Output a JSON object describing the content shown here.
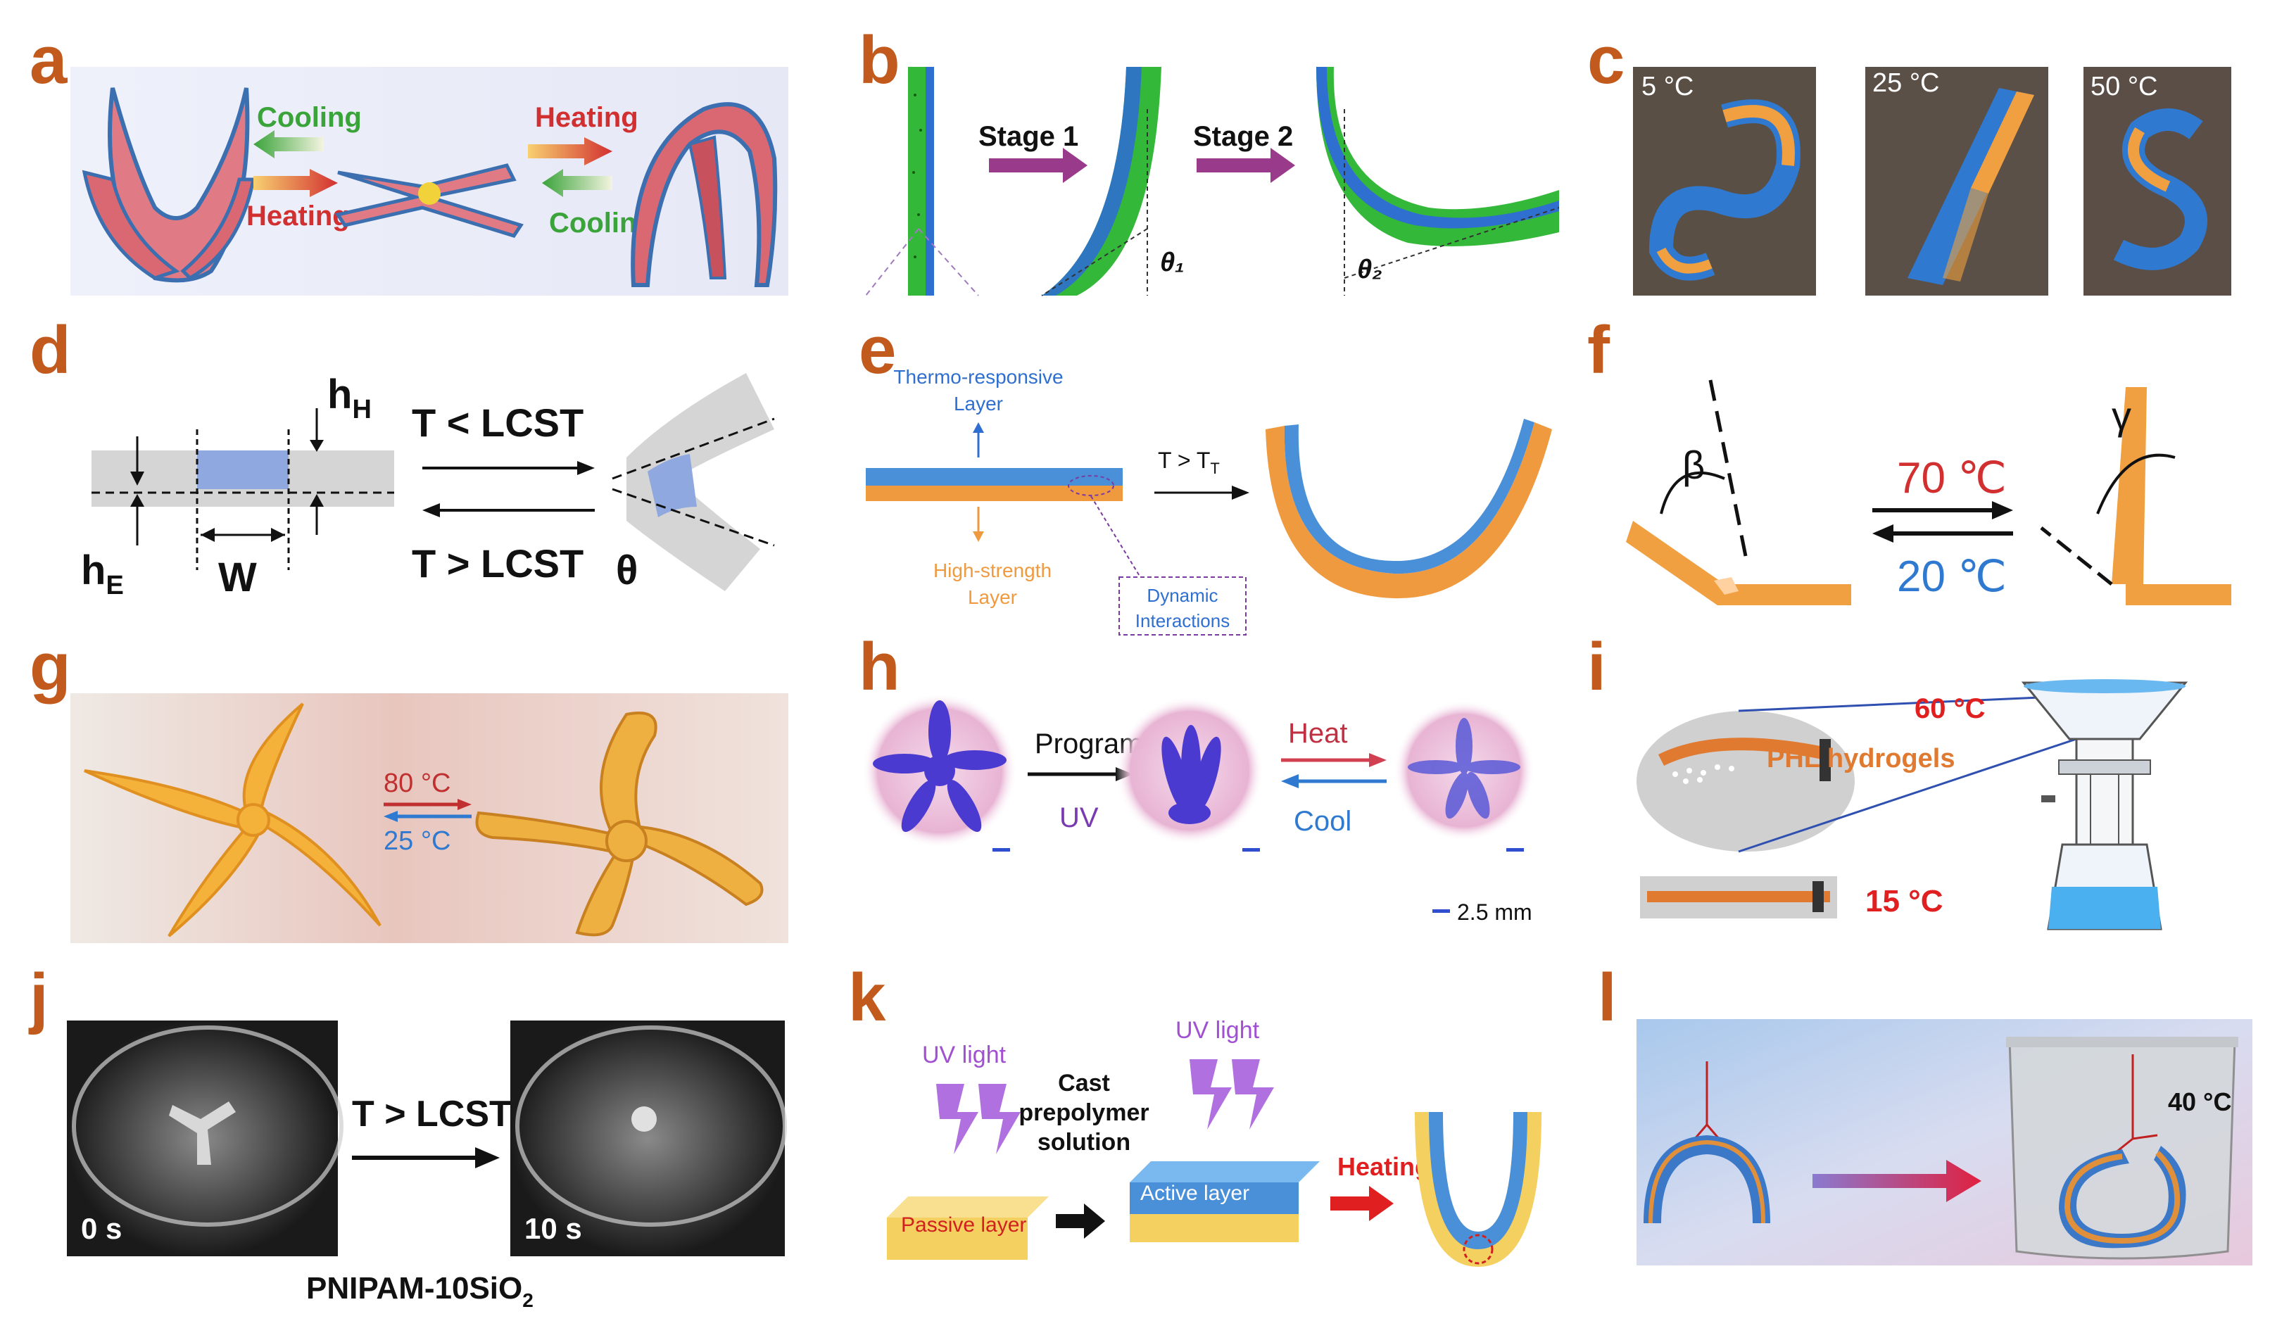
{
  "panels": {
    "a": {
      "letter": "a",
      "cooling_top": "Cooling",
      "heating_bottom": "Heating",
      "heating_top": "Heating",
      "cooling_bottom": "Cooling"
    },
    "b": {
      "letter": "b",
      "stage1": "Stage 1",
      "stage2": "Stage 2",
      "theta1": "θ₁",
      "theta2": "θ₂"
    },
    "c": {
      "letter": "c",
      "t1": "5 °C",
      "t2": "25 °C",
      "t3": "50 °C"
    },
    "d": {
      "letter": "d",
      "hH": "h",
      "hH_sub": "H",
      "hE": "h",
      "hE_sub": "E",
      "w": "W",
      "t_less": "T < LCST",
      "t_greater": "T > LCST",
      "theta": "θ"
    },
    "e": {
      "letter": "e",
      "thermo": "Thermo-responsive",
      "thermo2": "Layer",
      "high": "High-strength",
      "high2": "Layer",
      "dyn1": "Dynamic",
      "dyn2": "Interactions",
      "cond": "T > T",
      "cond_sub": "T"
    },
    "f": {
      "letter": "f",
      "beta": "β",
      "gamma": "γ",
      "hot": "70 ℃",
      "cold": "20 ℃"
    },
    "g": {
      "letter": "g",
      "hot": "80 °C",
      "cold": "25 °C"
    },
    "h": {
      "letter": "h",
      "program": "Program",
      "uv": "UV",
      "heat": "Heat",
      "cool": "Cool",
      "scale": "2.5 mm"
    },
    "i": {
      "letter": "i",
      "hot": "60 °C",
      "cold": "15 °C",
      "label": "PHL hydrogels"
    },
    "j": {
      "letter": "j",
      "t0": "0 s",
      "t1": "10 s",
      "cond": "T > LCST",
      "material": "PNIPAM-10SiO",
      "material_sub": "2"
    },
    "k": {
      "letter": "k",
      "uv1": "UV light",
      "uv2": "UV light",
      "cast1": "Cast",
      "cast2": "prepolymer",
      "cast3": "solution",
      "passive": "Passive layer",
      "active": "Active layer",
      "heating": "Heating"
    },
    "l": {
      "letter": "l",
      "temp": "40 °C"
    }
  },
  "colors": {
    "letter": "#c15a1c",
    "blue": "#3b82c8",
    "orange": "#f0a040",
    "green": "#3aa33a",
    "red": "#d23030",
    "purple": "#8a2b8a"
  }
}
